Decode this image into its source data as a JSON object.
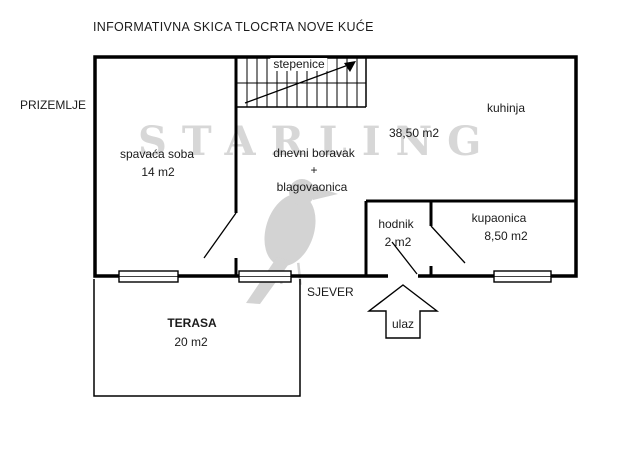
{
  "title": "INFORMATIVNA SKICA TLOCRTA NOVE KUĆE",
  "floor_label": "PRIZEMLJE",
  "watermark": {
    "text": "STARLING"
  },
  "compass": {
    "north_label": "SJEVER"
  },
  "entrance": {
    "label": "ulaz"
  },
  "rooms": {
    "stairs": {
      "name": "stepenice"
    },
    "kitchen": {
      "name": "kuhinja",
      "area": "38,50 m2"
    },
    "bedroom": {
      "name": "spavaća soba",
      "area": "14 m2"
    },
    "living_dining": {
      "line1": "dnevni boravak",
      "line2": "+",
      "line3": "blagovaonica"
    },
    "hallway": {
      "name": "hodnik",
      "area": "2 m2"
    },
    "bathroom": {
      "name": "kupaonica",
      "area": "8,50 m2"
    },
    "terrace": {
      "name": "TERASA",
      "area": "20 m2"
    }
  }
}
